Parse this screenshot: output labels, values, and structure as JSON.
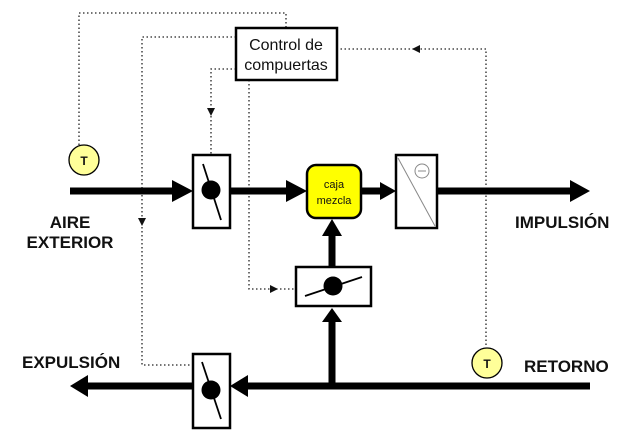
{
  "labels": {
    "aire_exterior_line1": "AIRE",
    "aire_exterior_line2": "EXTERIOR",
    "impulsion": "IMPULSIÓN",
    "expulsion": "EXPULSIÓN",
    "retorno": "RETORNO"
  },
  "control": {
    "line1": "Control de",
    "line2": "compuertas"
  },
  "mixing_box": {
    "line1": "caja",
    "line2": "mezcla",
    "color": "#ffff00"
  },
  "sensors": [
    {
      "label": "T",
      "location": "aire exterior"
    },
    {
      "label": "T",
      "location": "retorno"
    }
  ],
  "colors": {
    "sensor_fill": "#ffff99",
    "line": "#000000"
  },
  "icons": {
    "filter_symbol": "⊖"
  }
}
